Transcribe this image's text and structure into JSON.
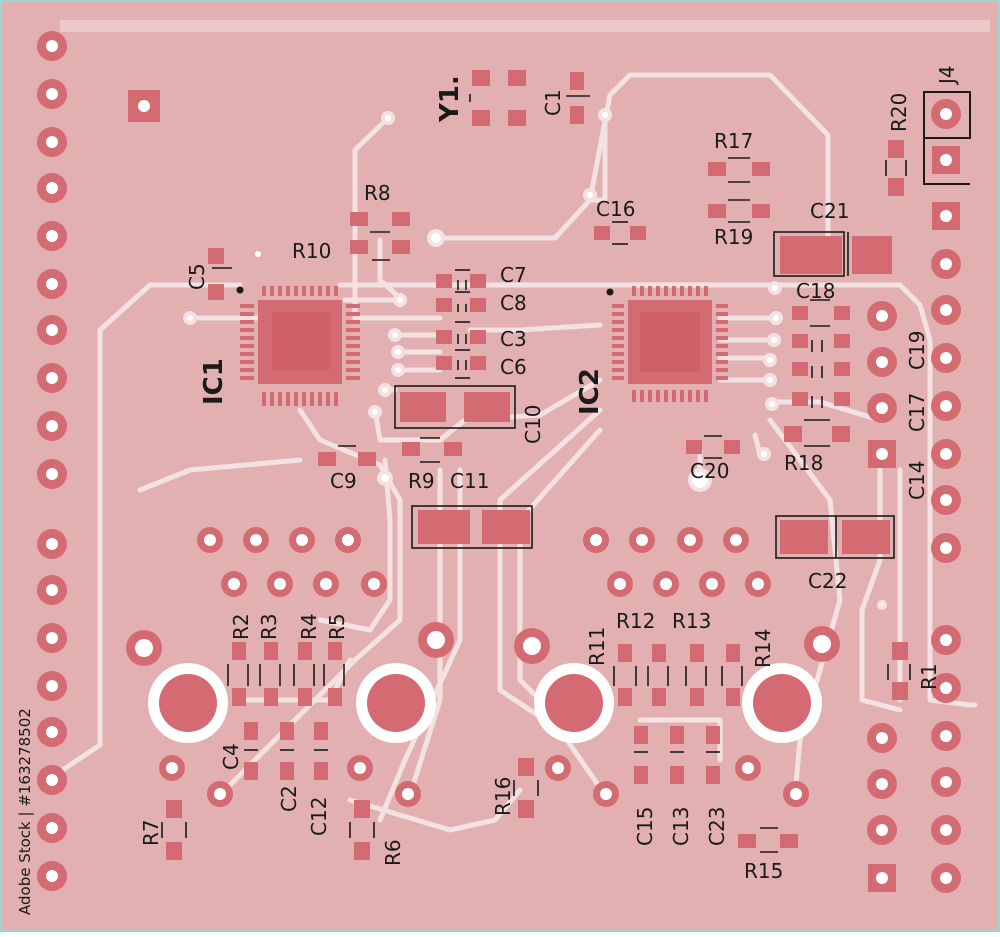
{
  "colors": {
    "board": "#e2b0b0",
    "board_light": "#ecc8c8",
    "pad": "#d46a72",
    "trace": "#f4e2e2",
    "hole": "#ffffff",
    "silk": "#1a1a1a",
    "frame": "#9fd6d0"
  },
  "labels": {
    "ic1": "IC1",
    "ic2": "IC2",
    "y1": "Y1.",
    "c1": "C1",
    "c2": "C2",
    "c3": "C3",
    "c4": "C4",
    "c5": "C5",
    "c6": "C6",
    "c7": "C7",
    "c8": "C8",
    "c9": "C9",
    "c10": "C10",
    "c11": "C11",
    "c12": "C12",
    "c13": "C13",
    "c14": "C14",
    "c15": "C15",
    "c16": "C16",
    "c17": "C17",
    "c18": "C18",
    "c19": "C19",
    "c20": "C20",
    "c21": "C21",
    "c22": "C22",
    "c23": "C23",
    "r1": "R1",
    "r2": "R2",
    "r3": "R3",
    "r4": "R4",
    "r5": "R5",
    "r6": "R6",
    "r7": "R7",
    "r8": "R8",
    "r9": "R9",
    "r10": "R10",
    "r11": "R11",
    "r12": "R12",
    "r13": "R13",
    "r14": "R14",
    "r15": "R15",
    "r16": "R16",
    "r17": "R17",
    "r18": "R18",
    "r19": "R19",
    "r20": "R20",
    "j4": "J4"
  },
  "watermark": "Adobe Stock | #163278502"
}
